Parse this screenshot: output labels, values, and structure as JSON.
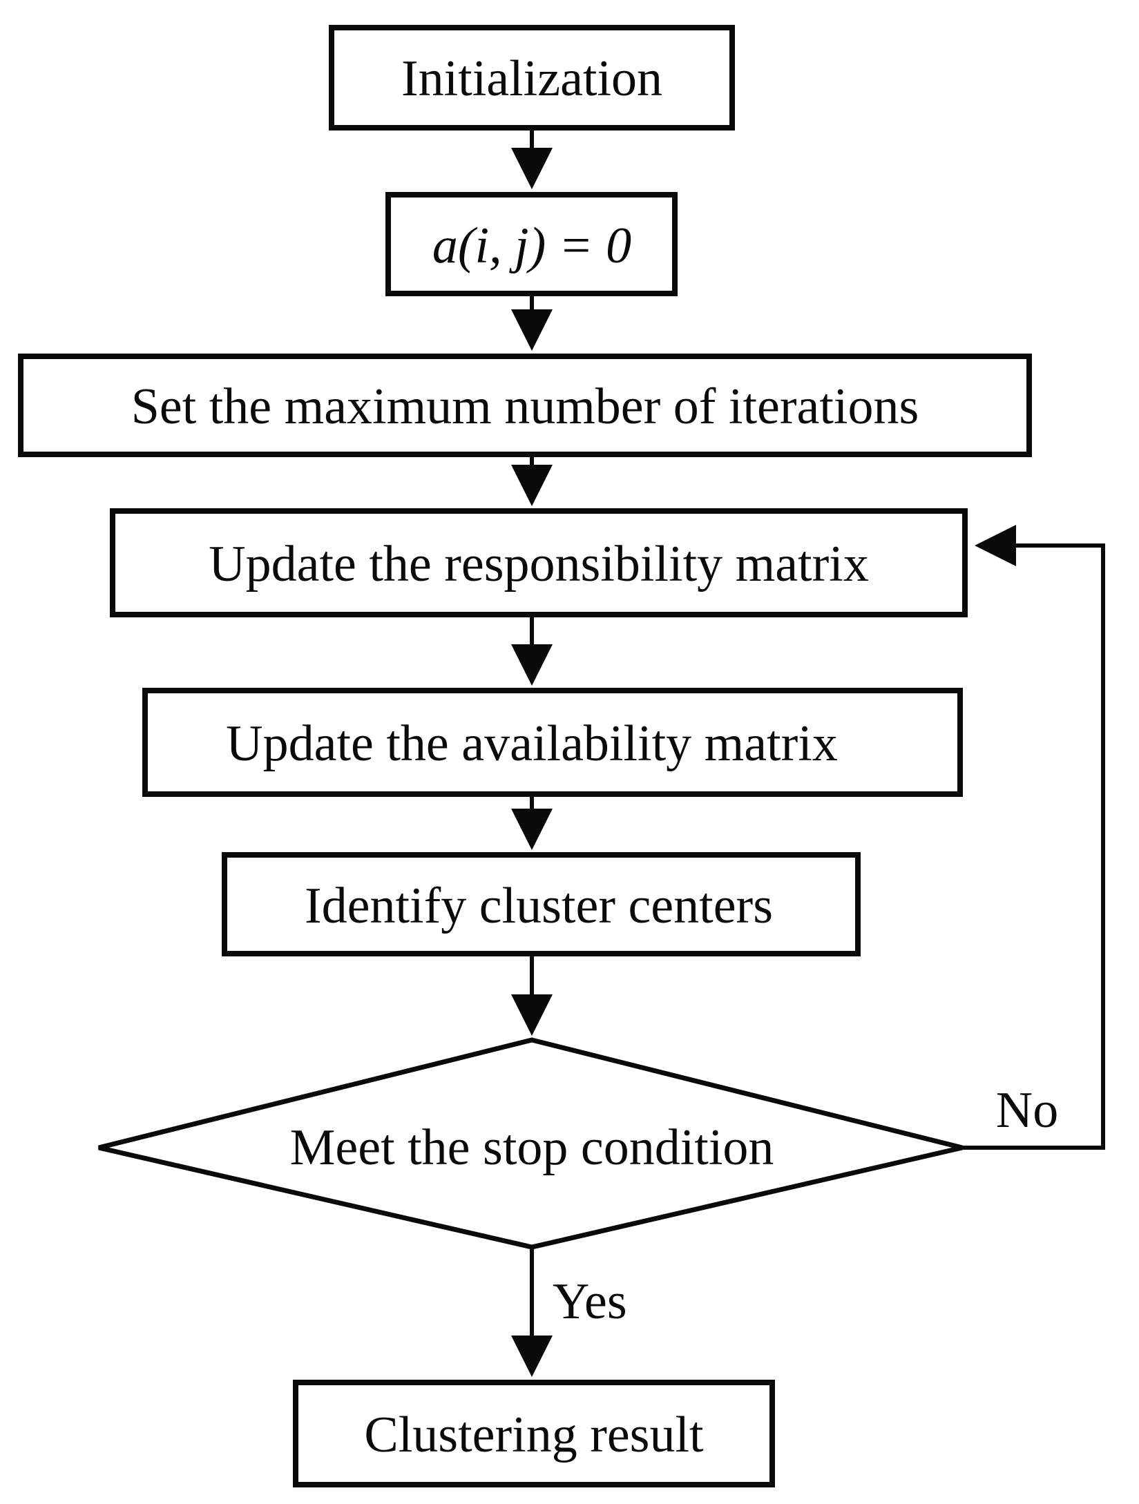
{
  "diagram": {
    "type": "flowchart",
    "colors": {
      "stroke": "#0a0a0a",
      "fill": "#ffffff",
      "text": "#0a0a0a",
      "background": "#ffffff"
    },
    "nodes": [
      {
        "id": "initialization",
        "shape": "rect",
        "label": "Initialization"
      },
      {
        "id": "availability-init",
        "shape": "rect",
        "label": "a(i, j) = 0"
      },
      {
        "id": "set-max-iterations",
        "shape": "rect",
        "label": "Set the maximum number of iterations"
      },
      {
        "id": "update-responsibility",
        "shape": "rect",
        "label": "Update the responsibility matrix"
      },
      {
        "id": "update-availability",
        "shape": "rect",
        "label": "Update the availability matrix"
      },
      {
        "id": "identify-centers",
        "shape": "rect",
        "label": "Identify cluster centers"
      },
      {
        "id": "stop-condition",
        "shape": "diamond",
        "label": "Meet the stop condition"
      },
      {
        "id": "clustering-result",
        "shape": "rect",
        "label": "Clustering result"
      }
    ],
    "edges": [
      {
        "from": "initialization",
        "to": "availability-init",
        "label": ""
      },
      {
        "from": "availability-init",
        "to": "set-max-iterations",
        "label": ""
      },
      {
        "from": "set-max-iterations",
        "to": "update-responsibility",
        "label": ""
      },
      {
        "from": "update-responsibility",
        "to": "update-availability",
        "label": ""
      },
      {
        "from": "update-availability",
        "to": "identify-centers",
        "label": ""
      },
      {
        "from": "identify-centers",
        "to": "stop-condition",
        "label": ""
      },
      {
        "from": "stop-condition",
        "to": "clustering-result",
        "label": "Yes"
      },
      {
        "from": "stop-condition",
        "to": "update-responsibility",
        "label": "No"
      }
    ]
  }
}
